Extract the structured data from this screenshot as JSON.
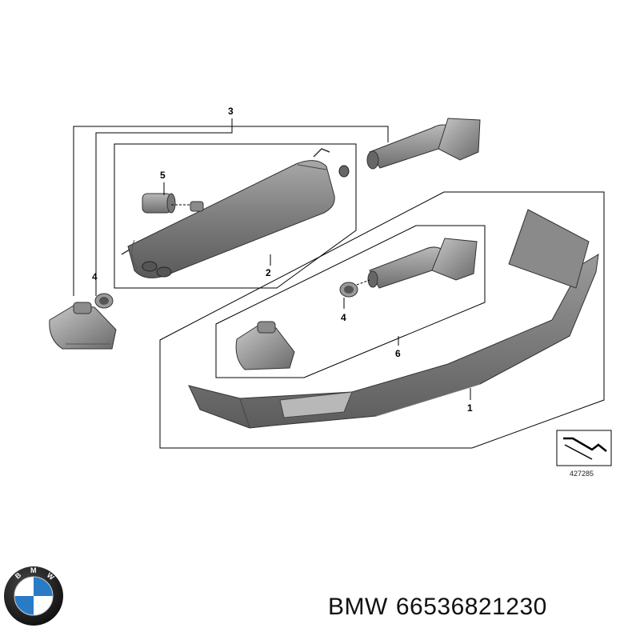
{
  "callouts": {
    "c1": "1",
    "c2": "2",
    "c3": "3",
    "c4a": "4",
    "c4b": "4",
    "c5": "5",
    "c6": "6"
  },
  "diagram_id": "427285",
  "logo": {
    "brand_letters": "BMW",
    "colors": {
      "blue": "#2a7bc6",
      "white": "#ffffff",
      "ring": "#1b1b1b"
    }
  },
  "footer": {
    "brand": "BMW",
    "part_number": "66536821230"
  }
}
